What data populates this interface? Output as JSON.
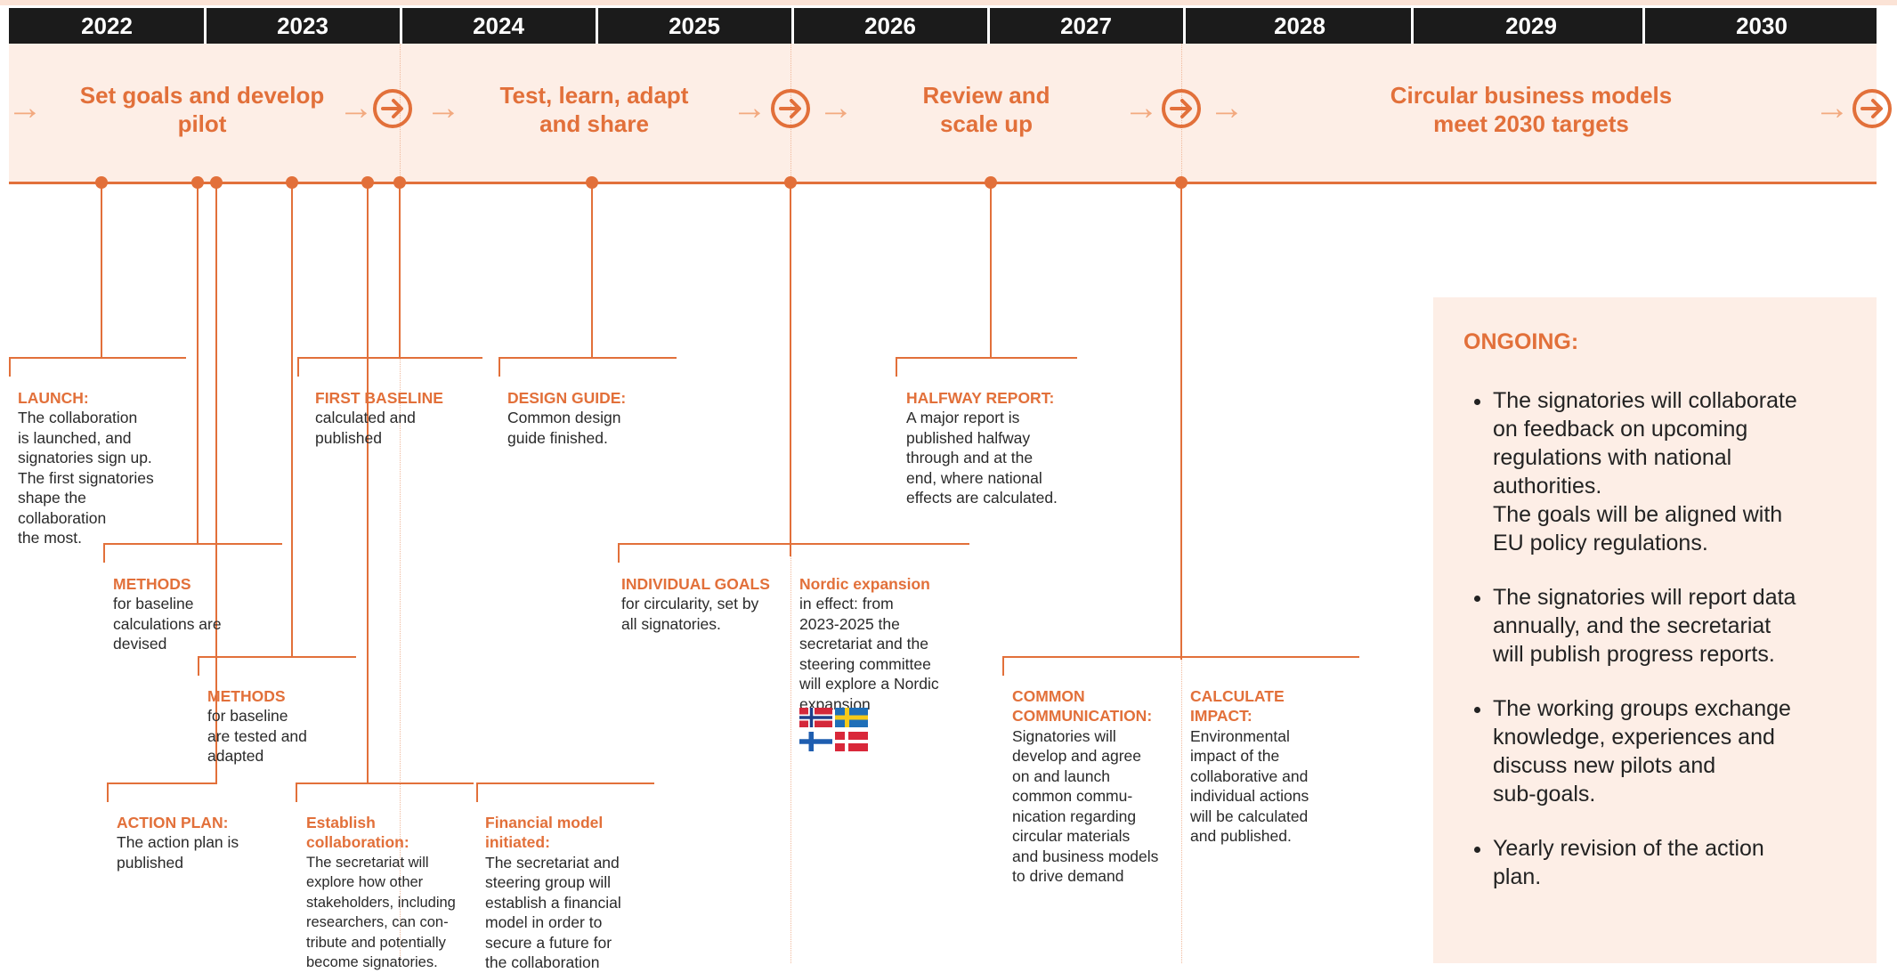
{
  "years": [
    "2022",
    "2023",
    "2024",
    "2025",
    "2026",
    "2027",
    "2028",
    "2029",
    "2030"
  ],
  "phases": [
    {
      "label": "Set goals and develop\npilot"
    },
    {
      "label": "Test, learn, adapt\nand share"
    },
    {
      "label": "Review and\nscale up"
    },
    {
      "label": "Circular business models\nmeet 2030 targets"
    }
  ],
  "milestones": {
    "launch": {
      "title": "LAUNCH:",
      "text": "The collaboration\nis launched, and\nsignatories sign up.\nThe first signatories\nshape the\ncollaboration\nthe most."
    },
    "methods_devised": {
      "title": "METHODS",
      "text": "for baseline\ncalculations are\ndevised"
    },
    "methods_tested": {
      "title": "METHODS",
      "text": "for baseline\nare tested and\nadapted"
    },
    "action_plan": {
      "title": "ACTION PLAN:",
      "text": "The action plan is\npublished"
    },
    "first_baseline": {
      "title": "FIRST BASELINE",
      "text": "calculated and\npublished"
    },
    "establish": {
      "title": "Establish\ncollaboration:",
      "text": "The secretariat will\nexplore how other\nstakeholders, including\nresearchers, can con-\ntribute and potentially\nbecome signatories."
    },
    "financial": {
      "title": "Financial model\ninitiated:",
      "text": "The secretariat and\nsteering group will\nestablish a financial\nmodel in order to\nsecure a future for\nthe collaboration"
    },
    "design_guide": {
      "title": "DESIGN GUIDE:",
      "text": "Common design\nguide finished."
    },
    "individual_goals": {
      "title": "INDIVIDUAL GOALS",
      "text": "for circularity, set by\nall signatories."
    },
    "nordic": {
      "title": "Nordic expansion",
      "text": "in effect: from\n2023-2025 the\nsecretariat and the\nsteering committee\nwill explore a Nordic\nexpansion"
    },
    "halfway": {
      "title": "HALFWAY REPORT:",
      "text": "A major report is\npublished halfway\nthrough and at the\nend, where national\neffects are calculated."
    },
    "common_comm": {
      "title": "COMMON\nCOMMUNICATION:",
      "text": "Signatories will\ndevelop and agree\non and launch\ncommon commu-\nnication regarding\ncircular materials\nand business models\nto drive demand"
    },
    "calculate": {
      "title": "CALCULATE\nIMPACT:",
      "text": "Environmental\nimpact of the\ncollaborative and\nindividual actions\nwill be calculated\nand published."
    }
  },
  "ongoing": {
    "title": "ONGOING:",
    "items": [
      "The signatories will collaborate\non feedback on upcoming\nregulations with national\nauthorities.\nThe goals will be aligned with\nEU policy regulations.",
      "The signatories will report data\nannually, and the secretariat\nwill publish progress reports.",
      "The working groups exchange\nknowledge, experiences and\ndiscuss new pilots and\nsub-goals.",
      "Yearly revision of the action\nplan."
    ]
  },
  "icons": [
    "arrow-right-circle-icon",
    "flag-norway-icon",
    "flag-sweden-icon",
    "flag-finland-icon",
    "flag-denmark-icon"
  ],
  "colors": {
    "accent": "#e2703a",
    "band": "#fdeee6",
    "yearbar": "#1b1b1b",
    "arrow": "#f2a97f"
  }
}
